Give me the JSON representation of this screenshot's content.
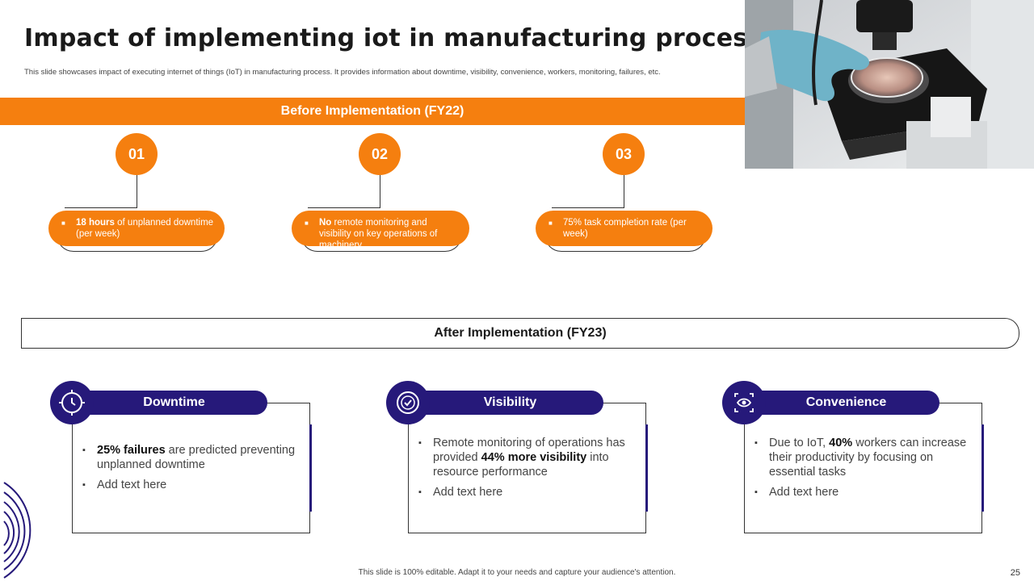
{
  "title": "Impact of implementing iot in manufacturing  process",
  "subtitle": "This slide showcases impact of executing internet of things (IoT) in manufacturing process. It provides information about downtime, visibility, convenience, workers, monitoring, failures, etc.",
  "before": {
    "heading": "Before Implementation (FY22)",
    "items": [
      {
        "number": "01",
        "bold": "18 hours",
        "text": " of unplanned downtime (per week)"
      },
      {
        "number": "02",
        "bold": "No",
        "text": " remote monitoring and visibility on key operations of machinery"
      },
      {
        "number": "03",
        "bold": "",
        "text": "75% task completion rate (per week)"
      }
    ]
  },
  "after": {
    "heading": "After Implementation (FY23)",
    "cards": [
      {
        "label": "Downtime",
        "icon": "clock-gear-icon",
        "b1_pre": "",
        "b1_bold": "25% failures",
        "b1_post": " are predicted preventing unplanned downtime",
        "b2": "Add text here"
      },
      {
        "label": "Visibility",
        "icon": "check-badge-icon",
        "b1_pre": "Remote monitoring of operations has provided ",
        "b1_bold": "44% more visibility",
        "b1_post": " into resource performance",
        "b2": "Add text here"
      },
      {
        "label": "Convenience",
        "icon": "eye-scan-icon",
        "b1_pre": "Due to IoT, ",
        "b1_bold": "40%",
        "b1_post": " workers can increase their productivity by focusing on essential tasks",
        "b2": "Add text here"
      }
    ]
  },
  "footer": "This slide is 100% editable. Adapt it to your needs and capture your audience's attention.",
  "page_number": "25",
  "colors": {
    "orange": "#f57f0f",
    "navy": "#26197a"
  }
}
